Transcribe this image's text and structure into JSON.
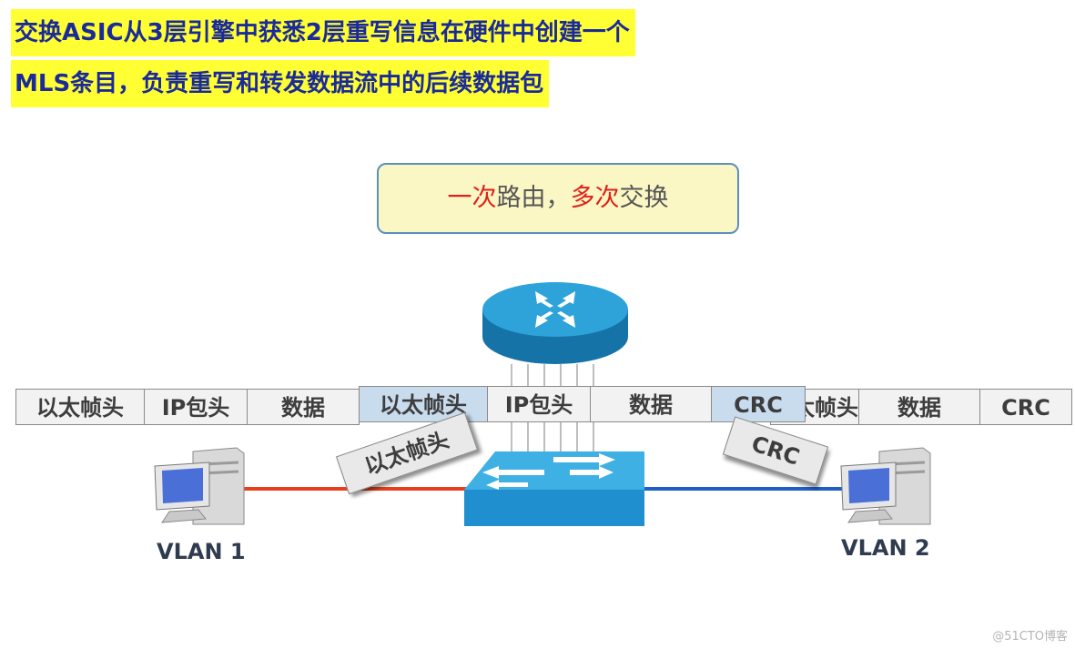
{
  "title": {
    "line1": "交换ASIC从3层引擎中获悉2层重写信息在硬件中创建一个",
    "line2": "MLS条目，负责重写和转发数据流中的后续数据包"
  },
  "callout": {
    "part1": "一次",
    "part2": "路由，",
    "part3": "多次",
    "part4": "交换"
  },
  "packet_left": [
    "以太帧头",
    "IP包头",
    "数据"
  ],
  "packet_mid": [
    "以太帧头",
    "IP包头",
    "数据",
    "CRC"
  ],
  "packet_right": [
    "以太帧头",
    "数据",
    "CRC"
  ],
  "tilted_labels": {
    "ethernet_header": "以太帧头",
    "crc": "CRC"
  },
  "hosts": {
    "left": "VLAN 1",
    "right": "VLAN 2"
  },
  "colors": {
    "highlight": "#ffff33",
    "title_text": "#1a2a9a",
    "accent_red": "#e0201b",
    "vlan1_link": "#e8401c",
    "vlan2_link": "#1f5fc8",
    "device_blue": "#1e8fc8"
  },
  "watermark": "@51CTO博客"
}
